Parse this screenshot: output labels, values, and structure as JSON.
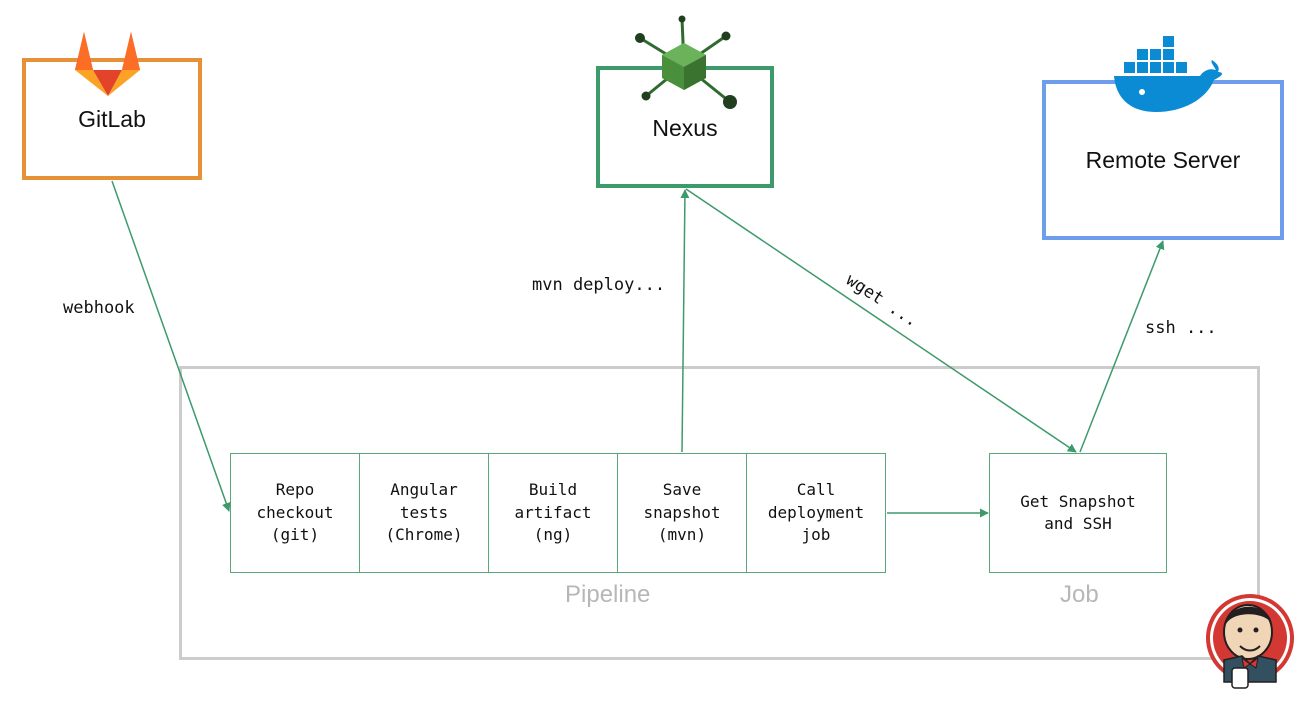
{
  "nodes": {
    "gitlab": "GitLab",
    "nexus": "Nexus",
    "remote_server": "Remote Server"
  },
  "groups": {
    "pipeline": "Pipeline",
    "job": "Job"
  },
  "pipeline_stages": [
    {
      "id": "repo-checkout",
      "text": "Repo\ncheckout\n(git)"
    },
    {
      "id": "angular-tests",
      "text": "Angular\ntests\n(Chrome)"
    },
    {
      "id": "build-artifact",
      "text": "Build\nartifact\n(ng)"
    },
    {
      "id": "save-snapshot",
      "text": "Save\nsnapshot\n(mvn)"
    },
    {
      "id": "call-deployment-job",
      "text": "Call\ndeployment\njob"
    }
  ],
  "job_stage": {
    "id": "get-snapshot-ssh",
    "text": "Get Snapshot\nand SSH"
  },
  "edge_labels": {
    "webhook": "webhook",
    "mvn_deploy": "mvn deploy...",
    "wget": "wget ...",
    "ssh": "ssh ..."
  },
  "logos": [
    "gitlab-logo",
    "nexus-logo",
    "docker-logo",
    "jenkins-logo"
  ],
  "colors": {
    "gitlab": "#e69138",
    "nexus": "#3d9a6a",
    "remote_server": "#6d9eeb",
    "edges": "#3d9a6a",
    "group_border": "#cccccc",
    "group_label": "#b7b7b7"
  }
}
